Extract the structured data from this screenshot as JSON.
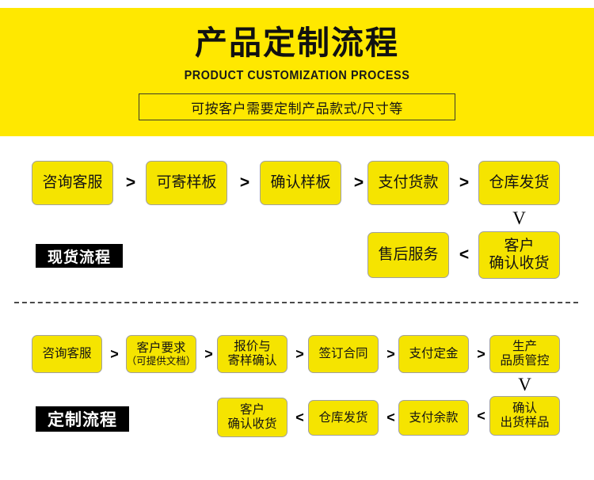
{
  "header": {
    "title": "产品定制流程",
    "subtitle": "PRODUCT CUSTOMIZATION PROCESS",
    "note": "可按客户需要定制产品款式/尺寸等",
    "background_color": "#ffe800"
  },
  "colors": {
    "banner_yellow": "#ffe800",
    "node_yellow": "#f5e400",
    "node_border": "#a0a0a0",
    "tag_background": "#000000",
    "tag_text": "#ffffff",
    "divider": "#4a4a4a"
  },
  "sections": [
    {
      "tag": "现货流程",
      "rows": [
        {
          "direction": "right",
          "nodes": [
            {
              "line1": "咨询客服",
              "line2": ""
            },
            {
              "line1": "可寄样板",
              "line2": ""
            },
            {
              "line1": "确认样板",
              "line2": ""
            },
            {
              "line1": "支付货款",
              "line2": ""
            },
            {
              "line1": "仓库发货",
              "line2": ""
            }
          ],
          "connectors": [
            ">",
            ">",
            ">",
            ">"
          ]
        },
        {
          "direction": "left",
          "nodes": [
            {
              "line1": "售后服务",
              "line2": ""
            },
            {
              "line1": "客户",
              "line2": "确认收货"
            }
          ],
          "connectors": [
            "<"
          ]
        }
      ],
      "vertical_connector": "V"
    },
    {
      "tag": "定制流程",
      "rows": [
        {
          "direction": "right",
          "nodes": [
            {
              "line1": "咨询客服",
              "line2": ""
            },
            {
              "line1": "客户要求",
              "line2": "（可提供文档）"
            },
            {
              "line1": "报价与",
              "line2": "寄样确认"
            },
            {
              "line1": "签订合同",
              "line2": ""
            },
            {
              "line1": "支付定金",
              "line2": ""
            },
            {
              "line1": "生产",
              "line2": "品质管控"
            }
          ],
          "connectors": [
            ">",
            ">",
            ">",
            ">",
            ">"
          ]
        },
        {
          "direction": "left",
          "nodes": [
            {
              "line1": "客户",
              "line2": "确认收货"
            },
            {
              "line1": "仓库发货",
              "line2": ""
            },
            {
              "line1": "支付余款",
              "line2": ""
            },
            {
              "line1": "确认",
              "line2": "出货样品"
            }
          ],
          "connectors": [
            "<",
            "<",
            "<"
          ]
        }
      ],
      "vertical_connector": "V"
    }
  ]
}
